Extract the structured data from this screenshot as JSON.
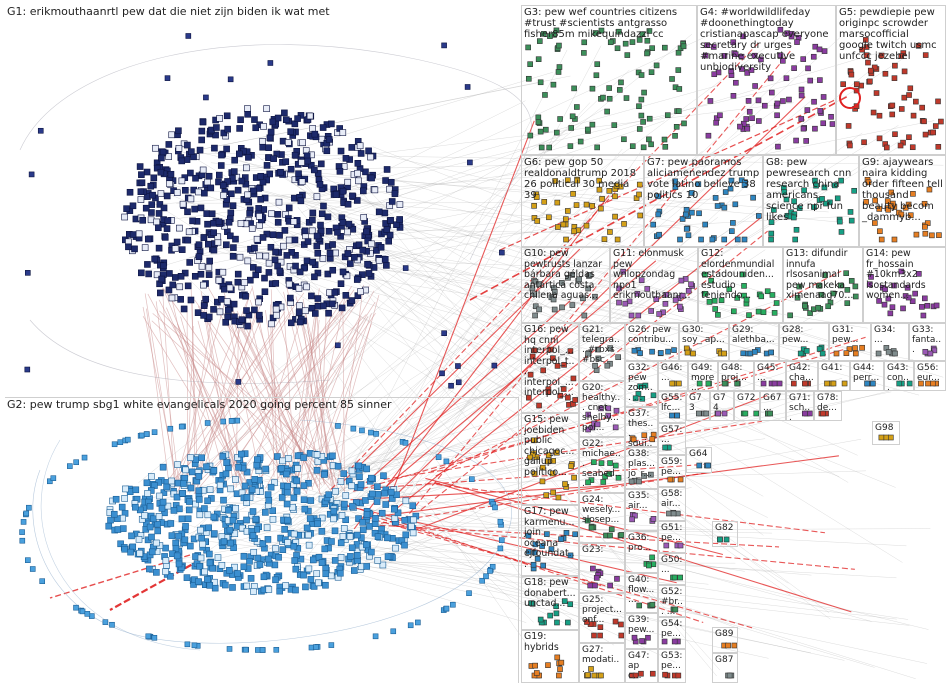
{
  "colors": {
    "edge": "#c88b8b",
    "edge_strong": "#e02020",
    "cluster1_node": "#1d2a6b",
    "cluster2_node": "#3b8fd0",
    "border": "#cfcfcf"
  },
  "groups": {
    "G1": "G1: erikmouthaanrtl pew dat die niet zijn biden ik wat met",
    "G2": "G2: pew trump sbg1 white evangelicals 2020 going percent 85 sinner",
    "G3": "G3: pew wef countries citizens #trust #scientists antgrasso fisher85m mikequindazzi cc",
    "G4": "G4: #worldwildlifeday #doonethingtoday cristianapascap everyone secretary dr urges #marine executive unbiodiversity",
    "G5": "G5: pewdiepie pew originpc scrowder marsocofficial google twitch usmc unfccc jezebel",
    "G6": "G6: pew gop 50 realdonaldtrump 2018 26 political 30 media 39",
    "G7": "G7: pew paoramos aliciamenendez trump vote latino believe 38 politics 10",
    "G8": "G8: pew pewresearch cnn research china americans science npr fun likes",
    "G9": "G9: ajaywears naira kidding order fifteen tell thousand beauty becom _dammyb...",
    "G10": "G10: pew pewtrusts lanzar bárbara géldas antártica costa chilena aguas...",
    "G11": "G11: elonmusk pew wnlopzondag npo1 erikmouthaanr...",
    "G12": "G12: elordenmundial estadouniden... estudio teniendo...",
    "G13": "G13: difundir innufa rlsosanimal pew makeka ximenaag70...",
    "G14": "G14: pew fr_hossain #10km3x2 isostandards women...",
    "G15": "G15: pew joebiden public chicagoc... gallup politico...",
    "G16": "G16: pew hq cnni interpol_... interpol_t... interpol_... interpol_...",
    "G17": "G17: pew karmenu... join oceana ejfoundat...",
    "G18": "G18: pew donabert... unctad...",
    "G19": "G19: hybrids",
    "G20": "G20: healthy... cnet shelby... pol...",
    "G21": "G21: telegra... #rbxs #bsc",
    "G22": "G22: michae... seabed...",
    "G23": "G23:",
    "G24": "G24: wesely... slosep...",
    "G25": "G25: project... onf...",
    "G26": "G26: pew contribu...",
    "G27": "G27: modati...",
    "G28": "G28: pew...",
    "G29": "G29: alethba...",
    "G30": "G30: soy_ ap...",
    "G31": "G31: pew...",
    "G32": "G32: pew zom... ...",
    "G33": "G33: fanta...",
    "G34": "G34: ...",
    "G35": "G35: air...",
    "G36": "G36: pro...",
    "G37": "G37: thes... squi...",
    "G38": "G38: plas... jo_r...",
    "G39": "G39: pew...",
    "G40": "G40: flow... ...",
    "G41": "G41:",
    "G42": "G42: cha...",
    "G43": "G43: con...",
    "G44": "G44: perr...",
    "G45": "G45: ...",
    "G46": "G46: ...",
    "G47": "G47: ap c...",
    "G48": "G48: proj...",
    "G49": "G49: more...",
    "G50": "G50: ...",
    "G51": "G51: pe...",
    "G52": "G52: #br... ...",
    "G53": "G53: pe...",
    "G54": "G54: pe...",
    "G55": "G55: lfc...",
    "G56": "G56: eur...",
    "G57": "G57: ...",
    "G58": "G58: air...",
    "G59": "G59: pe...",
    "G64": "G64",
    "G67": "G67...",
    "G71": "G71: sch...",
    "G72": "G72",
    "G73": "G73",
    "G74": "G74",
    "G78": "G78: de...",
    "G82": "G82",
    "G87": "G87",
    "G89": "G89",
    "G98": "G98"
  }
}
